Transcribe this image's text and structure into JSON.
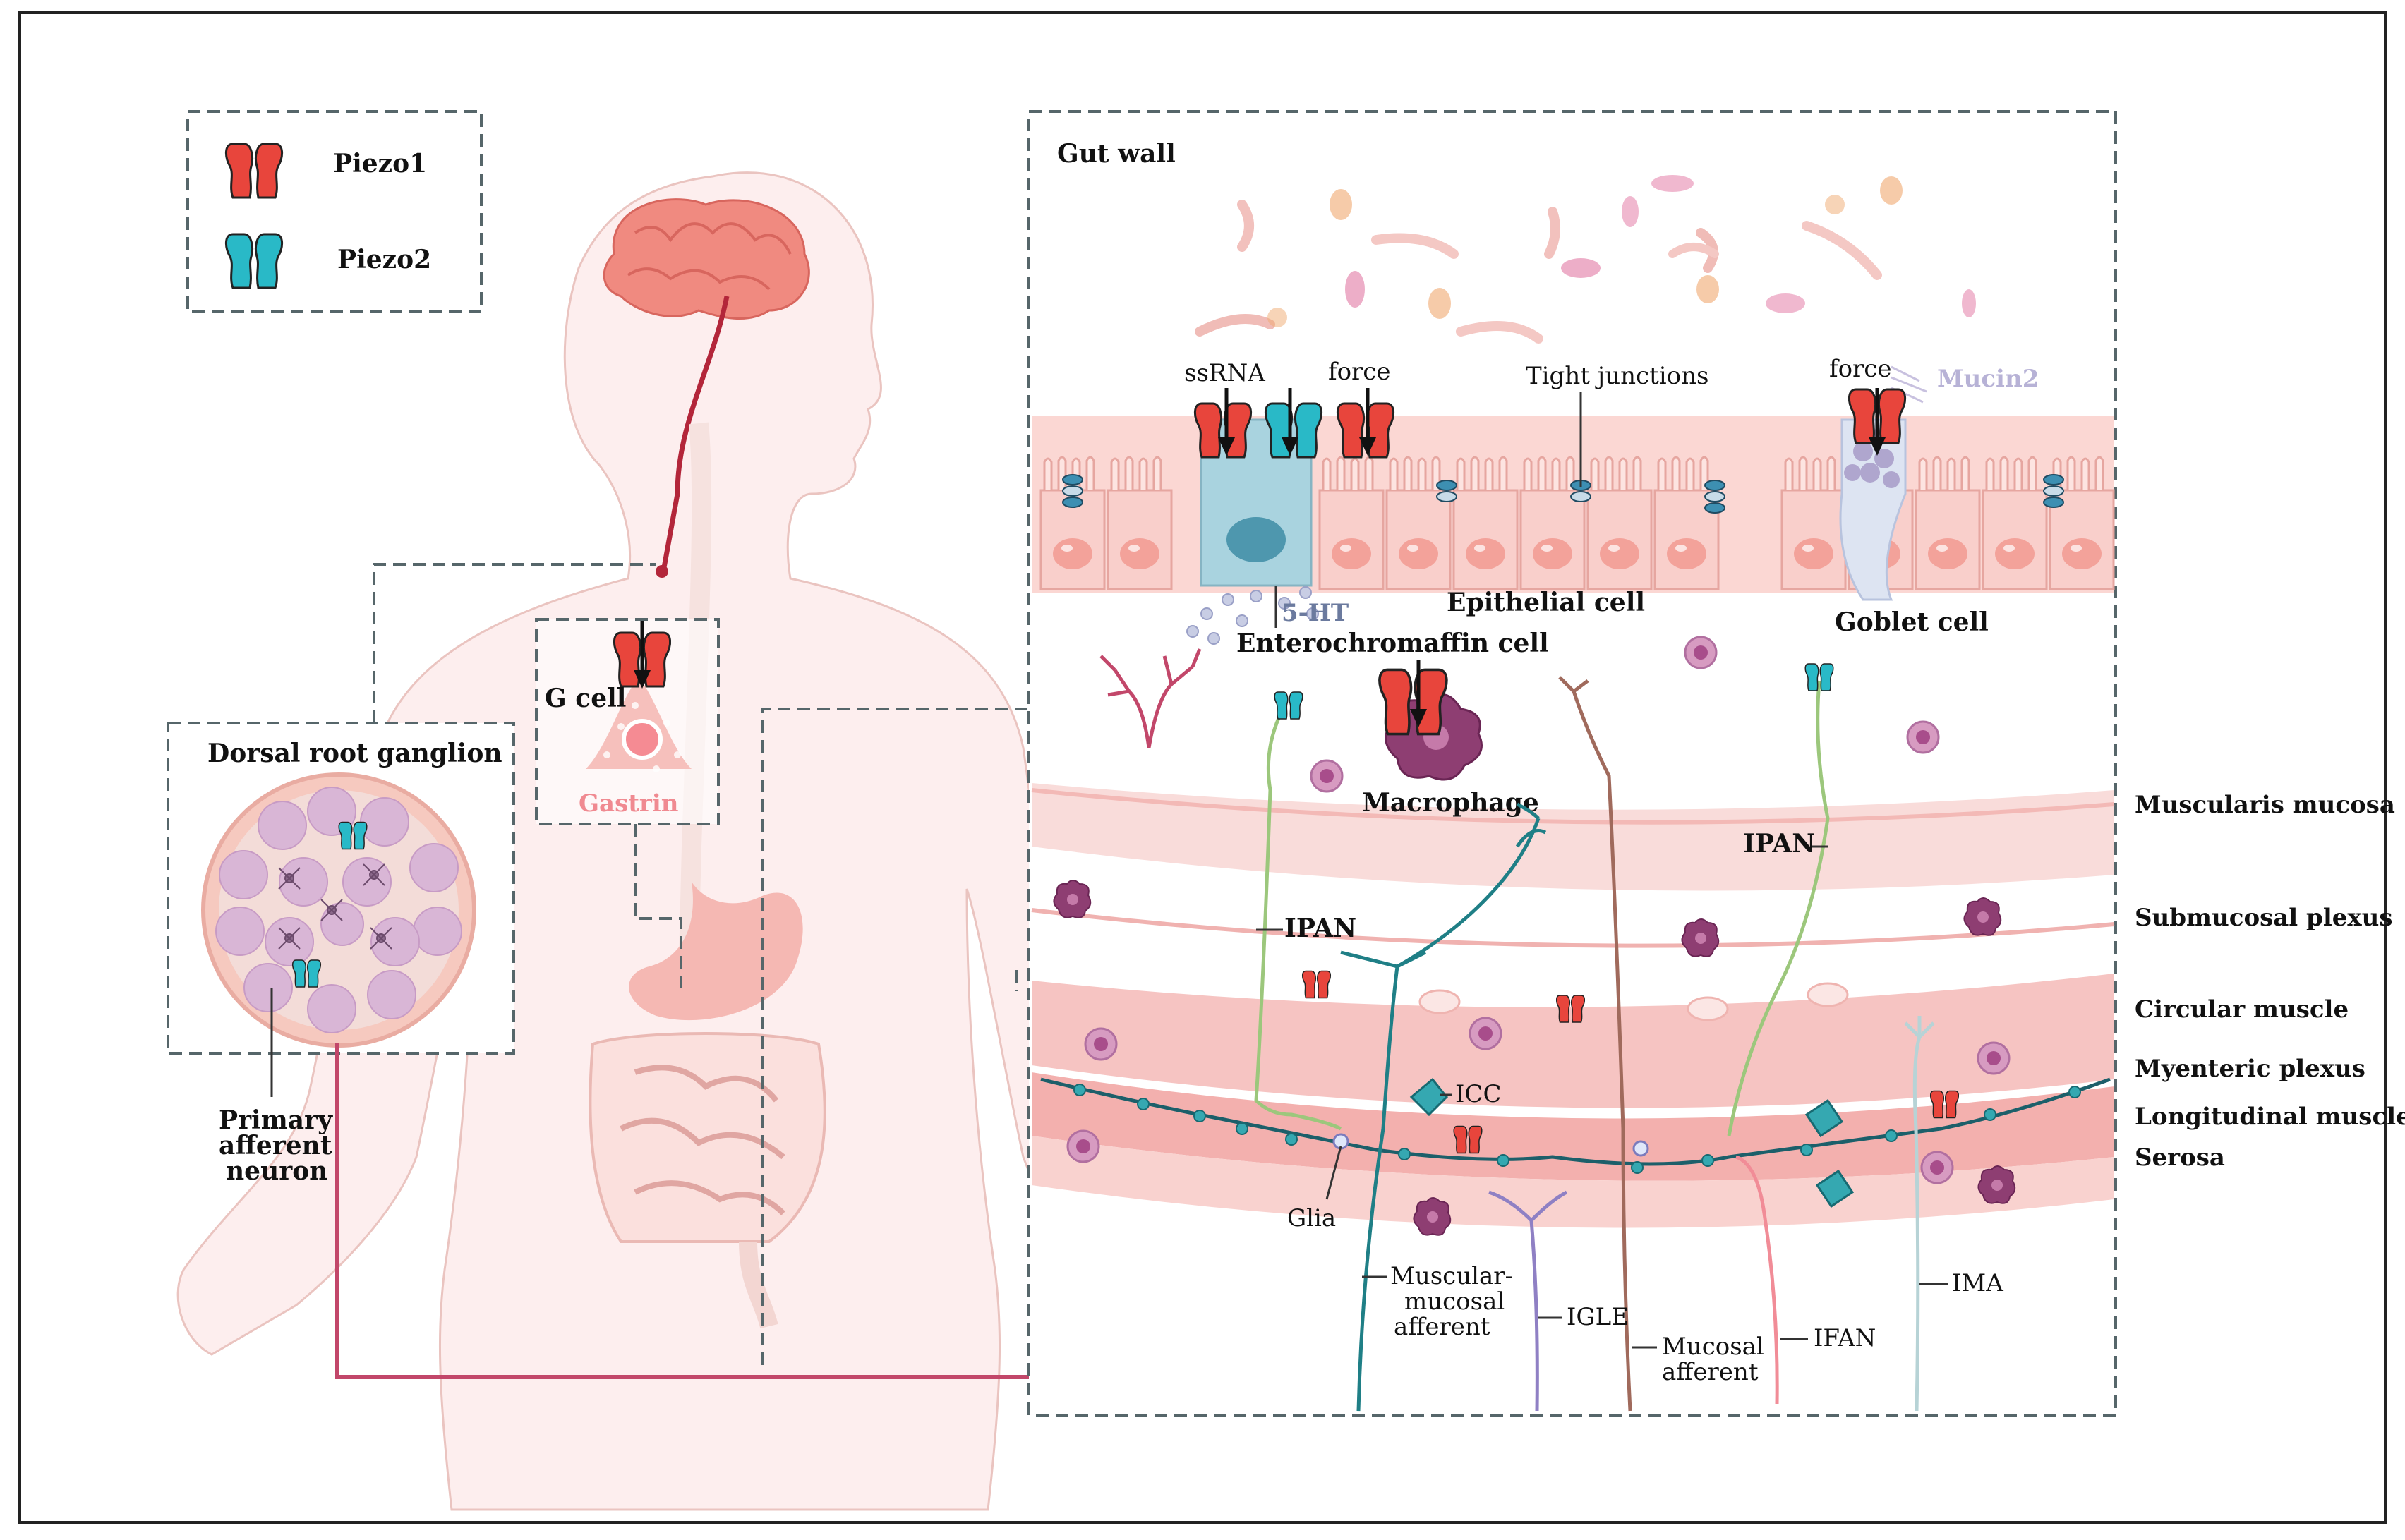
{
  "legend": {
    "piezo1": {
      "label": "Piezo1",
      "color": "#e8453c"
    },
    "piezo2": {
      "label": "Piezo2",
      "color": "#29b9c7"
    }
  },
  "body": {
    "g_cell_label": "G cell",
    "gastrin_label": "Gastrin",
    "drg_title": "Dorsal root ganglion",
    "primary_afferent_line1": "Primary",
    "primary_afferent_line2": "afferent",
    "primary_afferent_line3": "neuron"
  },
  "gut_wall": {
    "title": "Gut wall",
    "ssrna": "ssRNA",
    "force1": "force",
    "force2": "force",
    "tight_junctions": "Tight junctions",
    "mucin2": "Mucin2",
    "five_ht": "5-HT",
    "enterochromaffin": "Enterochromaffin cell",
    "epithelial": "Epithelial cell",
    "goblet": "Goblet cell",
    "macrophage": "Macrophage",
    "ipan1": "IPAN",
    "ipan2": "IPAN",
    "icc": "ICC",
    "glia": "Glia",
    "mma_line1": "Muscular-",
    "mma_line2": "mucosal",
    "mma_line3": "afferent",
    "igle": "IGLE",
    "mucosal_aff_line1": "Mucosal",
    "mucosal_aff_line2": "afferent",
    "ifan": "IFAN",
    "ima": "IMA"
  },
  "layers": {
    "muscularis_mucosa": "Muscularis mucosa",
    "submucosal_plexus": "Submucosal plexus",
    "circular_muscle": "Circular muscle",
    "myenteric_plexus": "Myenteric plexus",
    "longitudinal_muscle": "Longitudinal muscle",
    "serosa": "Serosa"
  },
  "colors": {
    "body_fill": "#fdeeee",
    "epithelium": "#f9c9c4",
    "muscle": "#f6c4c2",
    "neuron_red": "#c2476a",
    "teal_nerve": "#1f7f86",
    "green_nerve": "#9cc77c"
  }
}
